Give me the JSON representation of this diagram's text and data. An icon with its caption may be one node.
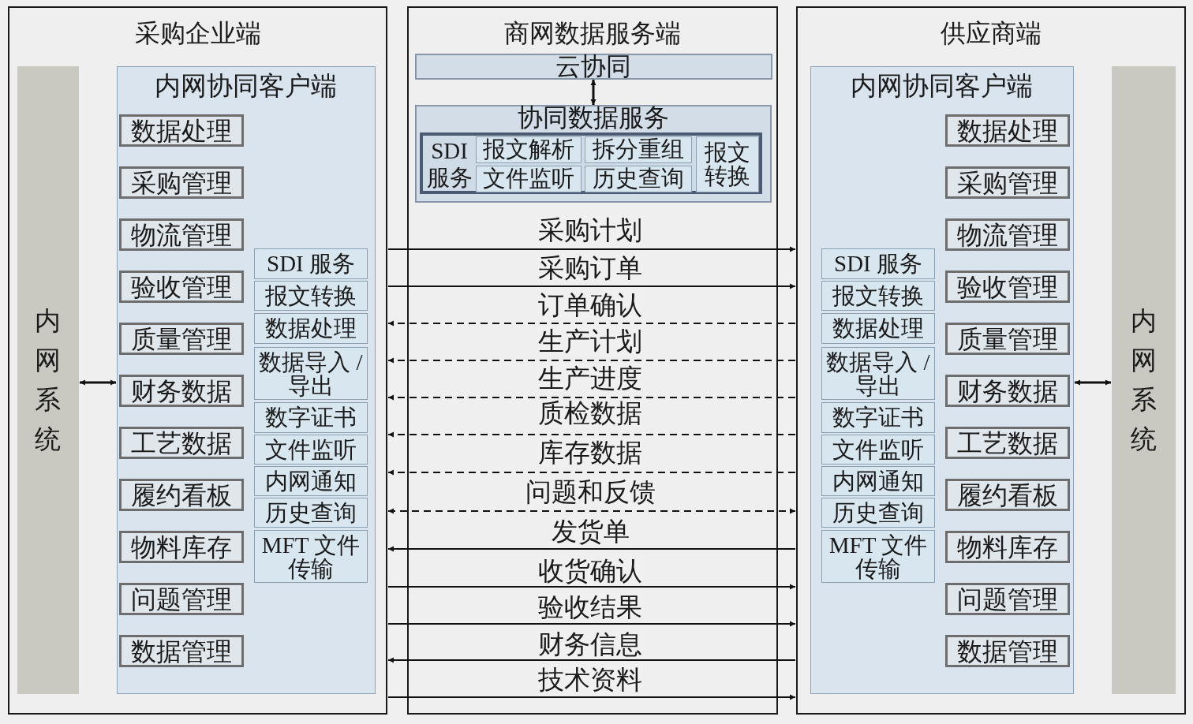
{
  "diagram": {
    "nodes": [
      {
        "text": [
          "采购企业端"
        ]
      },
      {
        "text": [
          "内网系统"
        ],
        "in": 0
      },
      {
        "text": [
          "内网协同客户端"
        ],
        "in": 0
      },
      {
        "text": [
          "数据处理"
        ],
        "in": 2
      },
      {
        "text": [
          "采购管理"
        ],
        "in": 2
      },
      {
        "text": [
          "物流管理"
        ],
        "in": 2
      },
      {
        "text": [
          "验收管理"
        ],
        "in": 2
      },
      {
        "text": [
          "质量管理"
        ],
        "in": 2
      },
      {
        "text": [
          "财务数据"
        ],
        "in": 2
      },
      {
        "text": [
          "工艺数据"
        ],
        "in": 2
      },
      {
        "text": [
          "履约看板"
        ],
        "in": 2
      },
      {
        "text": [
          "物料库存"
        ],
        "in": 2
      },
      {
        "text": [
          "问题管理"
        ],
        "in": 2
      },
      {
        "text": [
          "数据管理"
        ],
        "in": 2
      },
      {
        "text": [
          "SDI 服务"
        ],
        "in": 2
      },
      {
        "text": [
          "报文转换"
        ],
        "in": 2
      },
      {
        "text": [
          "数据处理"
        ],
        "in": 2
      },
      {
        "text": [
          "数据导入 / 导出"
        ],
        "in": 2
      },
      {
        "text": [
          "数字证书"
        ],
        "in": 2
      },
      {
        "text": [
          "文件监听"
        ],
        "in": 2
      },
      {
        "text": [
          "内网通知"
        ],
        "in": 2
      },
      {
        "text": [
          "历史查询"
        ],
        "in": 2
      },
      {
        "text": [
          "MFT 文件传输"
        ],
        "in": 2
      },
      {
        "text": [
          "商网数据服务端"
        ]
      },
      {
        "text": [
          "云协同"
        ],
        "in": 23
      },
      {
        "text": [
          "协同数据服务"
        ],
        "in": 23
      },
      {
        "text": [
          "SDI 服务"
        ],
        "in": 25
      },
      {
        "text": [
          "报文解析"
        ],
        "in": 26
      },
      {
        "text": [
          "拆分重组"
        ],
        "in": 26
      },
      {
        "text": [
          "文件监听"
        ],
        "in": 26
      },
      {
        "text": [
          "历史查询"
        ],
        "in": 26
      },
      {
        "text": [
          "报文转换"
        ],
        "in": 26
      },
      {
        "text": [
          "供应商端"
        ]
      },
      {
        "text": [
          "内网协同客户端"
        ],
        "in": 32
      },
      {
        "text": [
          "SDI 服务"
        ],
        "in": 33
      },
      {
        "text": [
          "报文转换"
        ],
        "in": 33
      },
      {
        "text": [
          "数据处理"
        ],
        "in": 33
      },
      {
        "text": [
          "数据导入 / 导出"
        ],
        "in": 33
      },
      {
        "text": [
          "数字证书"
        ],
        "in": 33
      },
      {
        "text": [
          "文件监听"
        ],
        "in": 33
      },
      {
        "text": [
          "内网通知"
        ],
        "in": 33
      },
      {
        "text": [
          "历史查询"
        ],
        "in": 33
      },
      {
        "text": [
          "MFT 文件传输"
        ],
        "in": 33
      },
      {
        "text": [
          "数据处理"
        ],
        "in": 33
      },
      {
        "text": [
          "采购管理"
        ],
        "in": 33
      },
      {
        "text": [
          "物流管理"
        ],
        "in": 33
      },
      {
        "text": [
          "验收管理"
        ],
        "in": 33
      },
      {
        "text": [
          "质量管理"
        ],
        "in": 33
      },
      {
        "text": [
          "财务数据"
        ],
        "in": 33
      },
      {
        "text": [
          "工艺数据"
        ],
        "in": 33
      },
      {
        "text": [
          "履约看板"
        ],
        "in": 33
      },
      {
        "text": [
          "物料库存"
        ],
        "in": 33
      },
      {
        "text": [
          "问题管理"
        ],
        "in": 33
      },
      {
        "text": [
          "数据管理"
        ],
        "in": 33
      },
      {
        "text": [
          "内网系统"
        ],
        "in": 32
      }
    ],
    "edges": [
      {
        "from": 1,
        "to": 2,
        "arrow": "both"
      },
      {
        "from": 24,
        "to": 25,
        "arrow": "both"
      },
      {
        "from": 0,
        "to": 32,
        "arrow": "to",
        "label": "采购计划"
      },
      {
        "from": 0,
        "to": 32,
        "arrow": "to",
        "label": "采购订单"
      },
      {
        "from": 32,
        "to": 0,
        "arrow": "to",
        "label": "订单确认",
        "style": "dashed"
      },
      {
        "from": 32,
        "to": 0,
        "arrow": "to",
        "label": "生产计划",
        "style": "dashed"
      },
      {
        "from": 32,
        "to": 0,
        "arrow": "to",
        "label": "生产进度",
        "style": "dashed"
      },
      {
        "from": 32,
        "to": 0,
        "arrow": "to",
        "label": "质检数据",
        "style": "dashed"
      },
      {
        "from": 32,
        "to": 0,
        "arrow": "to",
        "label": "库存数据",
        "style": "dashed"
      },
      {
        "from": 0,
        "to": 32,
        "arrow": "both",
        "label": "问题和反馈",
        "style": "dashed"
      },
      {
        "from": 32,
        "to": 0,
        "arrow": "to",
        "label": "发货单"
      },
      {
        "from": 0,
        "to": 32,
        "arrow": "to",
        "label": "收货确认"
      },
      {
        "from": 0,
        "to": 32,
        "arrow": "to",
        "label": "验收结果"
      },
      {
        "from": 32,
        "to": 0,
        "arrow": "to",
        "label": "财务信息"
      },
      {
        "from": 0,
        "to": 32,
        "arrow": "to",
        "label": "技术资料"
      },
      {
        "from": 33,
        "to": 54,
        "arrow": "both"
      }
    ]
  }
}
